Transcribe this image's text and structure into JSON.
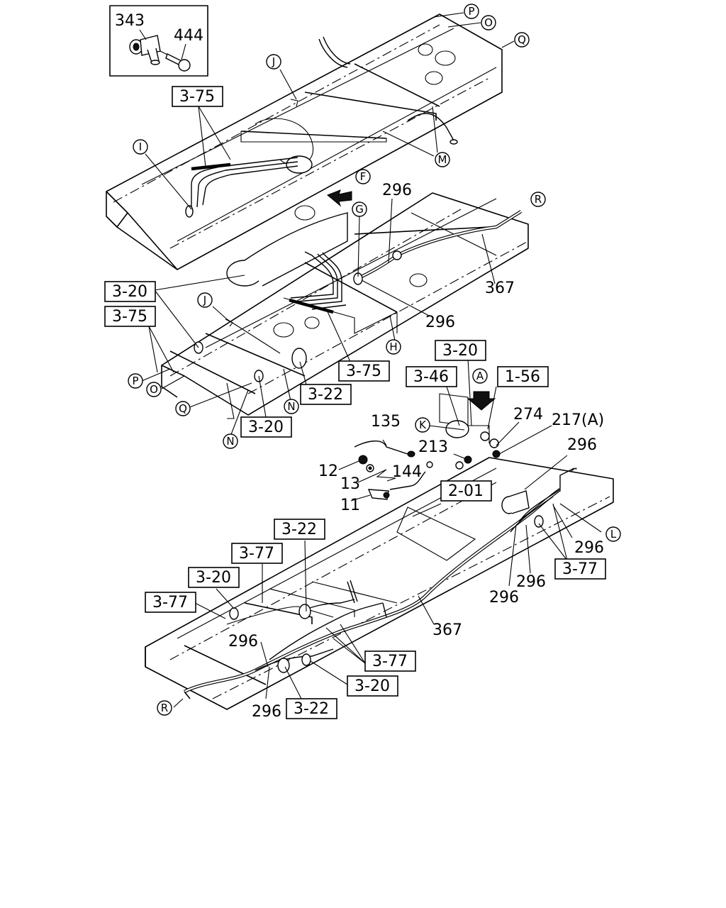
{
  "inset": {
    "part_a": "343",
    "part_b": "444"
  },
  "refs": {
    "r1": "3-75",
    "r2": "3-20",
    "r3": "3-75",
    "r4": "3-75",
    "r5": "3-22",
    "r6": "3-20",
    "r7": "3-20",
    "r8": "3-46",
    "r9": "1-56",
    "r10": "2-01",
    "r11": "3-22",
    "r12": "3-77",
    "r13": "3-20",
    "r14": "3-77",
    "r15": "3-77",
    "r16": "3-77",
    "r17": "3-20",
    "r18": "3-22"
  },
  "parts": {
    "p1": "296",
    "p2": "367",
    "p3": "296",
    "p4": "135",
    "p5": "274",
    "p6": "217(A)",
    "p7": "296",
    "p8": "213",
    "p9": "12",
    "p10": "13",
    "p11": "144",
    "p12": "11",
    "p13": "296",
    "p14": "296",
    "p15": "296",
    "p16": "367",
    "p17": "296",
    "p18": "296"
  },
  "markers": {
    "m1": "P",
    "m2": "O",
    "m3": "Q",
    "m4": "J",
    "m5": "I",
    "m6": "M",
    "m7": "F",
    "m8": "G",
    "m9": "R",
    "m10": "J",
    "m11": "H",
    "m12": "P",
    "m13": "O",
    "m14": "Q",
    "m15": "N",
    "m16": "N",
    "m17": "A",
    "m18": "K",
    "m19": "L",
    "m20": "R"
  }
}
